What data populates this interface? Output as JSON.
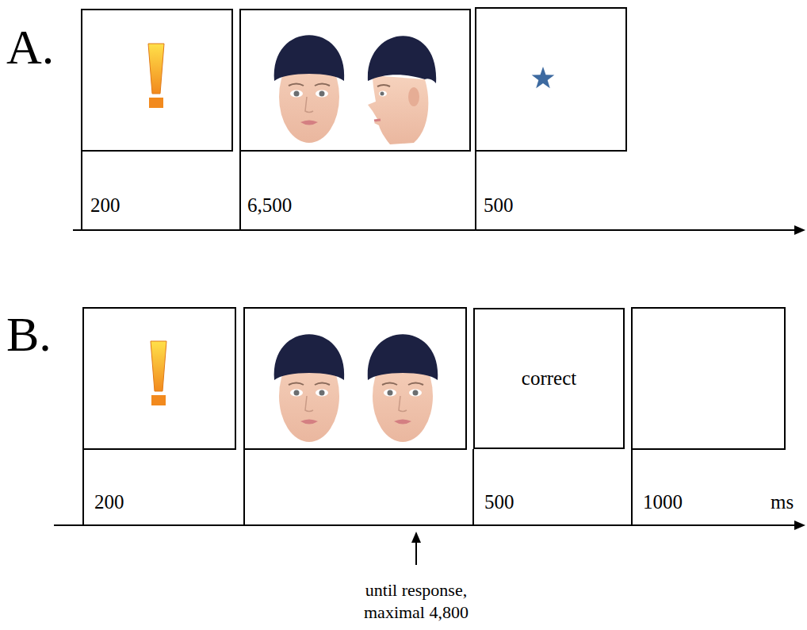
{
  "diagram": {
    "nodes": [
      {
        "text": [
          "correct"
        ]
      }
    ],
    "labels": [
      "A.",
      "200",
      "6,500",
      "500",
      "B.",
      "200",
      "500",
      "1000",
      "ms",
      "until response, maximal 4,800"
    ]
  }
}
